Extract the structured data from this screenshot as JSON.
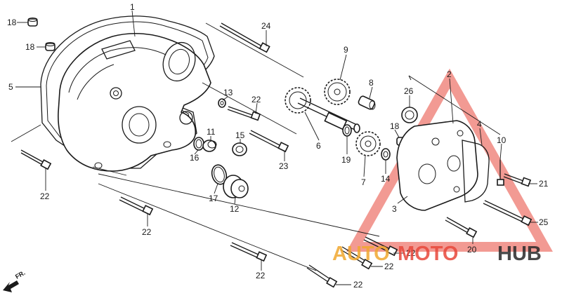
{
  "diagram": {
    "labels": {
      "l1": "1",
      "l2": "2",
      "l3": "3",
      "l4": "4",
      "l5": "5",
      "l6": "6",
      "l7": "7",
      "l8": "8",
      "l9": "9",
      "l10": "10",
      "l11": "11",
      "l12": "12",
      "l13": "13",
      "l14": "14",
      "l15": "15",
      "l16": "16",
      "l17": "17",
      "l18a": "18",
      "l18b": "18",
      "l18c": "18",
      "l19": "19",
      "l20": "20",
      "l21": "21",
      "l22a": "22",
      "l22b": "22",
      "l22c": "22",
      "l22d": "22",
      "l22e": "22",
      "l22f": "22",
      "l22g": "22",
      "l23": "23",
      "l24": "24",
      "l25": "25",
      "l26": "26"
    },
    "direction_marker": "FR.",
    "watermark": {
      "part1": "AUTO",
      "part2": "MOTO",
      "part3": "HUB",
      "color_primary": "#e8473a",
      "color_secondary": "#f0a830",
      "color_dark": "#2a2a2a"
    }
  }
}
